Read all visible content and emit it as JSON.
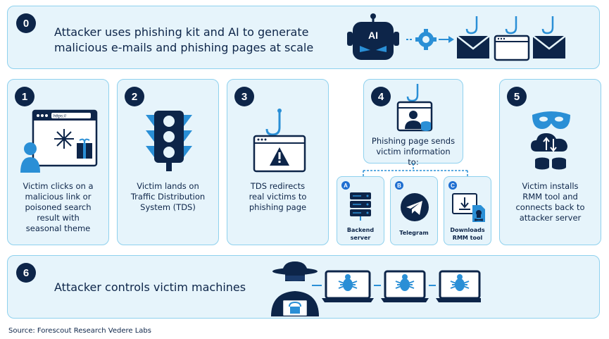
{
  "colors": {
    "navy": "#0d2549",
    "light_blue": "#e6f4fb",
    "border": "#8fd1ee",
    "accent": "#1f6fd1",
    "mid_blue": "#2a8fd6"
  },
  "step0": {
    "number": "0",
    "line1": "Attacker uses phishing kit and AI to generate",
    "line2": "malicious e-mails and phishing pages at scale",
    "ai_label": "AI"
  },
  "step1": {
    "number": "1",
    "url": "https://",
    "text": [
      "Victim clicks on a",
      "malicious link or",
      "poisoned search",
      "result with",
      "seasonal theme"
    ]
  },
  "step2": {
    "number": "2",
    "text": [
      "Victim lands on",
      "Traffic Distribution",
      "System (TDS)"
    ]
  },
  "step3": {
    "number": "3",
    "text": [
      "TDS redirects",
      "real victims to",
      "phishing page"
    ]
  },
  "step4": {
    "number": "4",
    "text": [
      "Phishing page sends",
      "victim information to:"
    ],
    "targets": [
      {
        "letter": "A",
        "line1": "Backend",
        "line2": "server",
        "icon": "server-icon"
      },
      {
        "letter": "B",
        "line1": "Telegram",
        "line2": "",
        "icon": "telegram-icon"
      },
      {
        "letter": "C",
        "line1": "Downloads",
        "line2": "RMM tool",
        "icon": "download-icon"
      }
    ]
  },
  "step5": {
    "number": "5",
    "text": [
      "Victim installs",
      "RMM tool and",
      "connects back to",
      "attacker server"
    ]
  },
  "step6": {
    "number": "6",
    "text": "Attacker controls victim machines"
  },
  "source": "Source: Forescout Research Vedere Labs"
}
